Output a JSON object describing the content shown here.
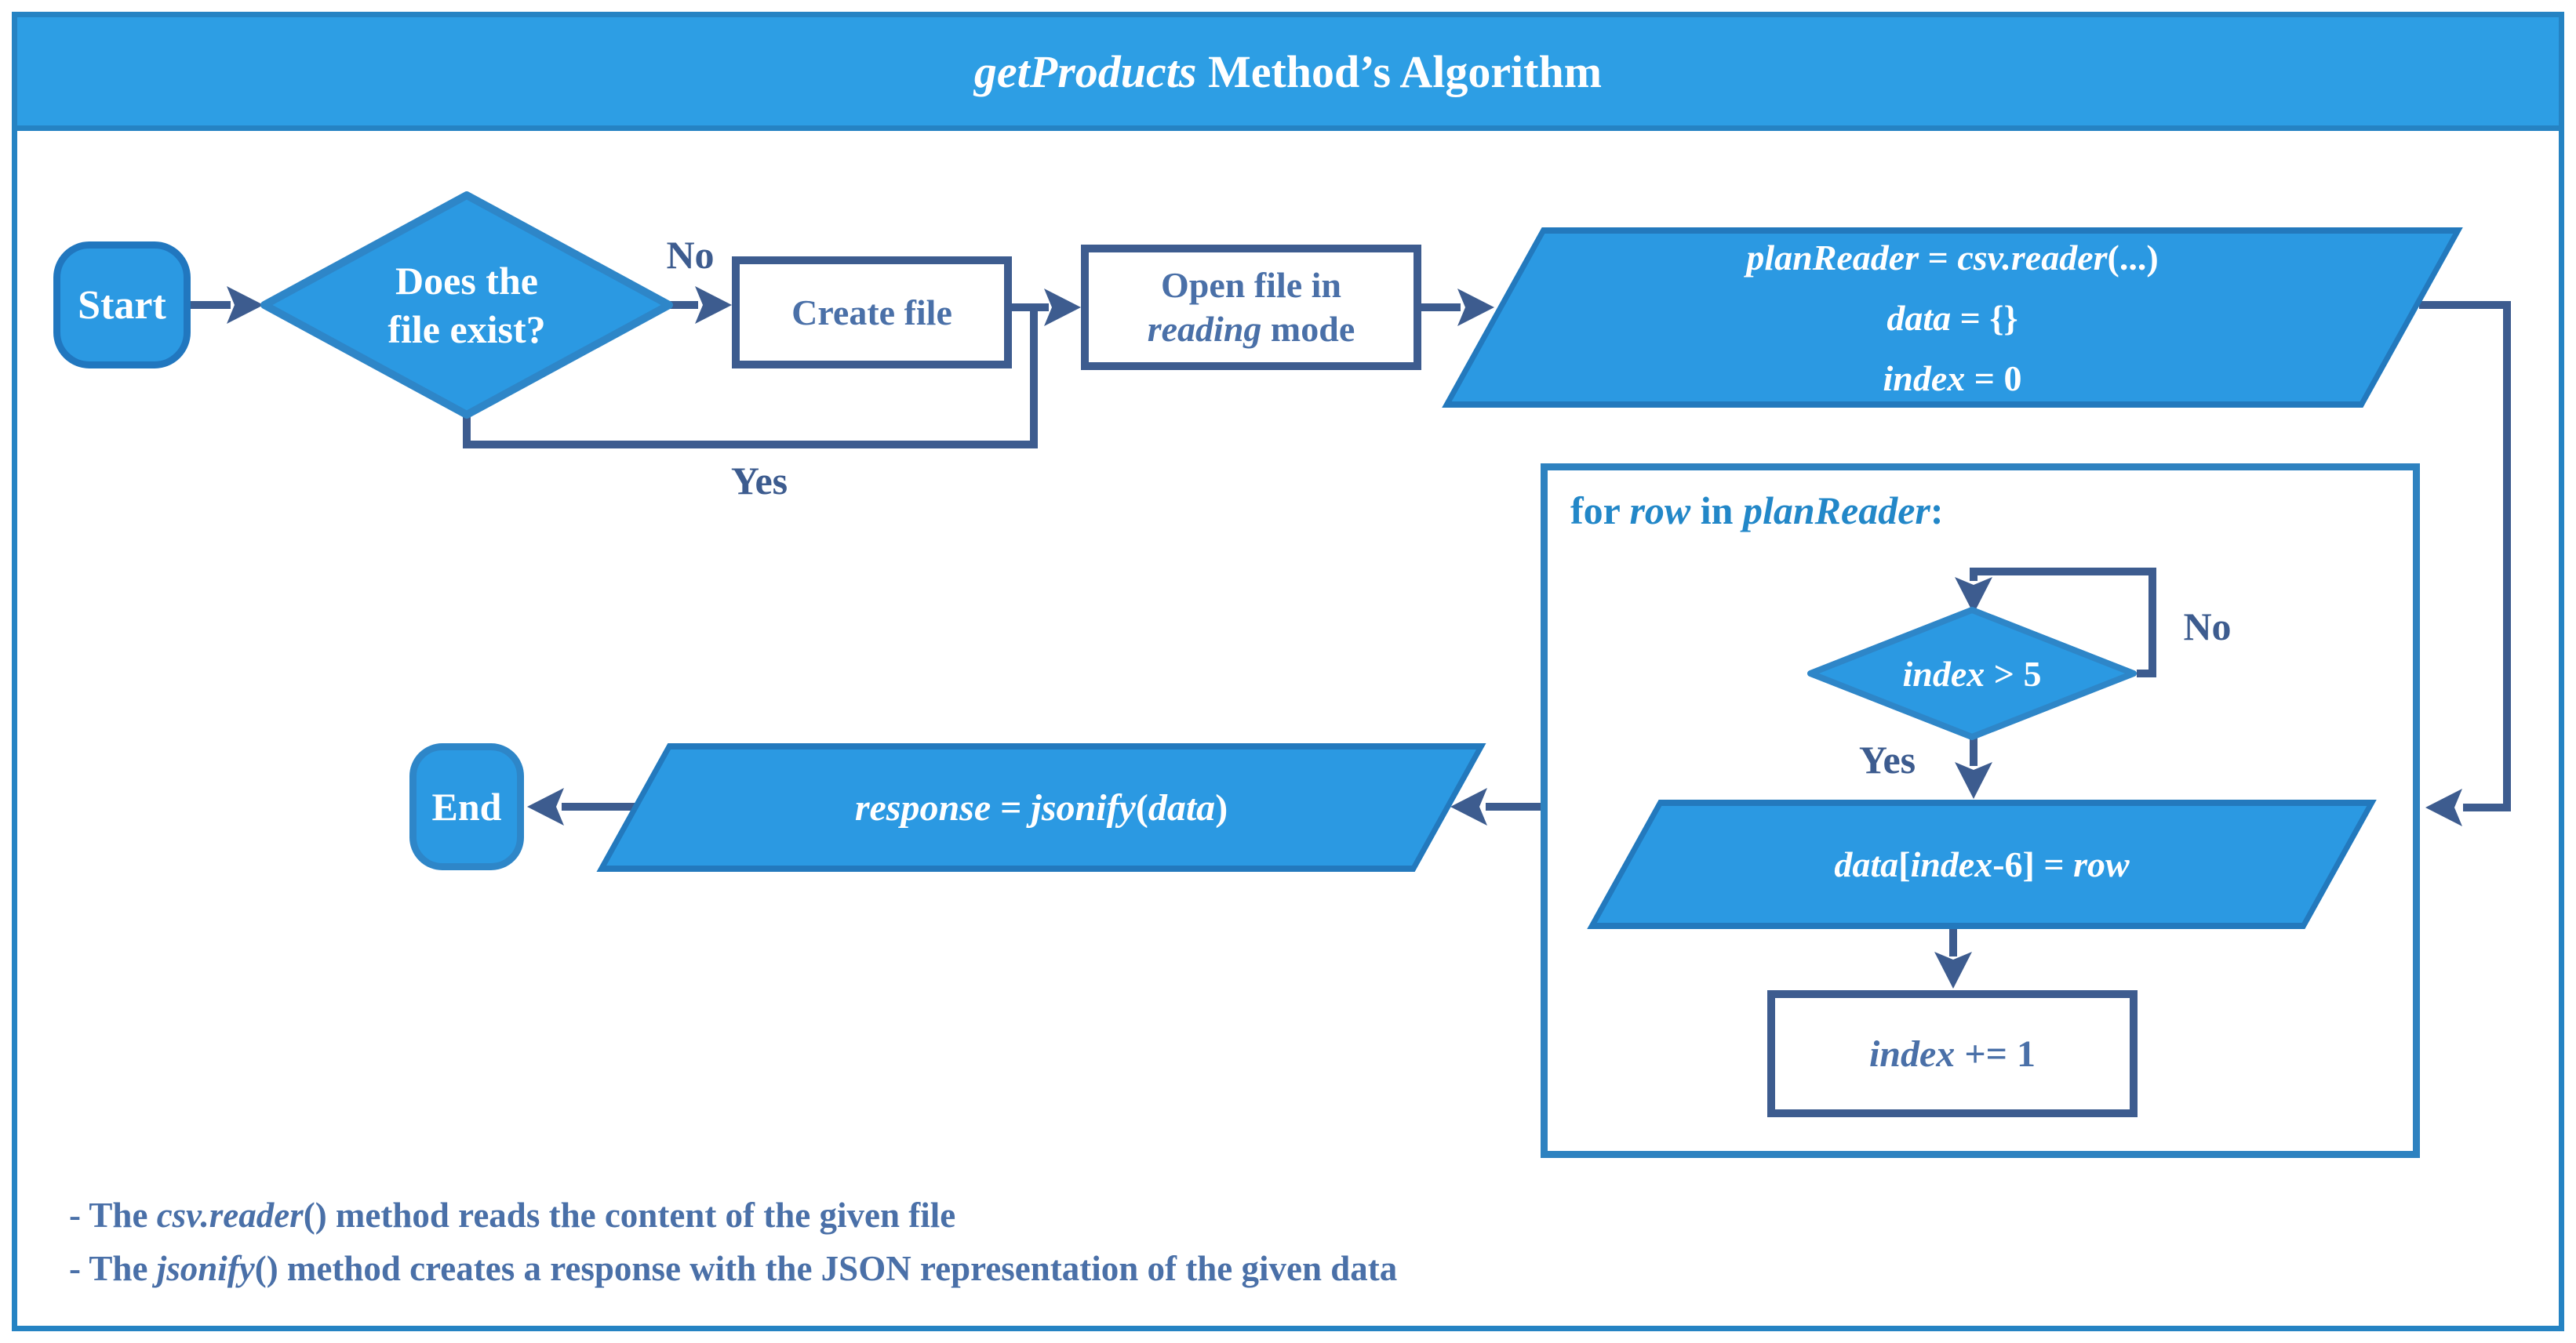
{
  "title": {
    "parts": [
      {
        "t": "getProducts",
        "i": true
      },
      {
        "t": " Method’s Algorithm",
        "i": false
      }
    ]
  },
  "colors": {
    "frame": "#2583C3",
    "titleFill": "#2D9EE4",
    "fill": "#2B99E2",
    "fillBorder": "#2177BF",
    "softBorder": "#2E86C8",
    "navy": "#3D5C8F",
    "slate": "#4A70A8",
    "loopBorder": "#2E82C0",
    "loopText": "#2287C8",
    "pBorder": "#2379BD",
    "white": "#ffffff"
  },
  "nodes": {
    "start": {
      "label": "Start"
    },
    "decision_file": {
      "line1": "Does the",
      "line2": "file exist?"
    },
    "create_file": {
      "label": "Create file"
    },
    "open_file": {
      "line1_parts": [
        {
          "t": "Open file in",
          "i": false
        }
      ],
      "line2_parts": [
        {
          "t": "reading",
          "i": true
        },
        {
          "t": " mode",
          "i": false
        }
      ]
    },
    "init": {
      "lines": [
        [
          {
            "t": "planReader",
            "i": true
          },
          {
            "t": " = ",
            "i": false
          },
          {
            "t": "csv.reader",
            "i": true
          },
          {
            "t": "(...)",
            "i": false
          }
        ],
        [
          {
            "t": "data",
            "i": true
          },
          {
            "t": " = {}",
            "i": false
          }
        ],
        [
          {
            "t": "index",
            "i": true
          },
          {
            "t": " = 0",
            "i": false
          }
        ]
      ]
    },
    "loop": {
      "header_parts": [
        {
          "t": "for ",
          "i": false
        },
        {
          "t": "row",
          "i": true
        },
        {
          "t": " in ",
          "i": false
        },
        {
          "t": "planReader",
          "i": true
        },
        {
          "t": ":",
          "i": false
        }
      ]
    },
    "decision_index": {
      "parts": [
        {
          "t": "index",
          "i": true
        },
        {
          "t": " > 5",
          "i": false
        }
      ]
    },
    "assign_row": {
      "parts": [
        {
          "t": "data",
          "i": true
        },
        {
          "t": "[",
          "i": false
        },
        {
          "t": "index",
          "i": true
        },
        {
          "t": "-6] = ",
          "i": false
        },
        {
          "t": "row",
          "i": true
        }
      ]
    },
    "increment": {
      "parts": [
        {
          "t": "index",
          "i": true
        },
        {
          "t": " += 1",
          "i": false
        }
      ]
    },
    "response": {
      "parts": [
        {
          "t": "response",
          "i": true
        },
        {
          "t": " = ",
          "i": false
        },
        {
          "t": "jsonify",
          "i": true
        },
        {
          "t": "(",
          "i": false
        },
        {
          "t": "data",
          "i": true
        },
        {
          "t": ")",
          "i": false
        }
      ]
    },
    "end": {
      "label": "End"
    }
  },
  "edge_labels": {
    "no_file": "No",
    "yes_file": "Yes",
    "no_index": "No",
    "yes_index": "Yes"
  },
  "footnotes": {
    "line1_parts": [
      {
        "t": "- The ",
        "i": false
      },
      {
        "t": "csv.reader",
        "i": true
      },
      {
        "t": "() method reads the content of the given file",
        "i": false
      }
    ],
    "line2_parts": [
      {
        "t": "- The ",
        "i": false
      },
      {
        "t": "jsonify",
        "i": true
      },
      {
        "t": "() method creates a response with the JSON representation of the given data",
        "i": false
      }
    ]
  }
}
